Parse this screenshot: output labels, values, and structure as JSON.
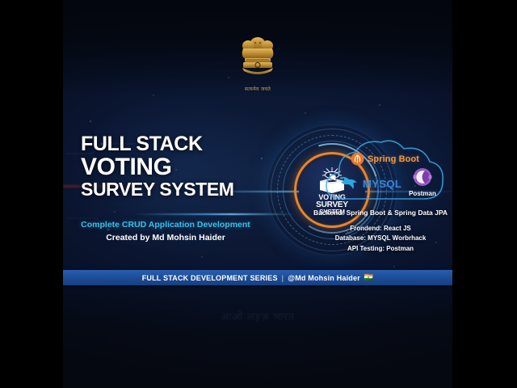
{
  "poster": {
    "emblem": {
      "name": "state-emblem-of-india",
      "motto": "सत्यमेव जयते"
    },
    "headline": {
      "line1": "FULL STACK",
      "line2": "VOTING",
      "line3": "SURVEY SYSTEM"
    },
    "subline": {
      "tagline": "Complete CRUD Application Development",
      "author": "Created by Md Mohsin Haider"
    },
    "badge": {
      "line1": "VOTING",
      "line2": "SURVEY",
      "line3": "SYSTEM",
      "icon": "ballot-box-icon",
      "ring_color": "#e8842a"
    },
    "tech_logos": [
      {
        "name": "spring-boot",
        "label": "Spring Boot",
        "color": "#f09b3e"
      },
      {
        "name": "mysql",
        "label": "MYSQL",
        "color": "#3d87d8"
      },
      {
        "name": "postman",
        "label": "Postman",
        "color": "#9b5bc4"
      }
    ],
    "stack": {
      "backend": "Backend: Spring Boot & Spring Data JPA",
      "details": [
        "Frondend: React JS",
        "Database: MYSQL Worbrhack",
        "API Testing: Postman"
      ]
    },
    "banner": {
      "series": "FULL STACK DEVELOPMENT SERIES",
      "separator": "|",
      "handle": "@Md Mohsin Haider",
      "flag": "🇮🇳",
      "background": "#1d4e98"
    },
    "ghost_text": "आओ लड़ज़ भारत"
  }
}
